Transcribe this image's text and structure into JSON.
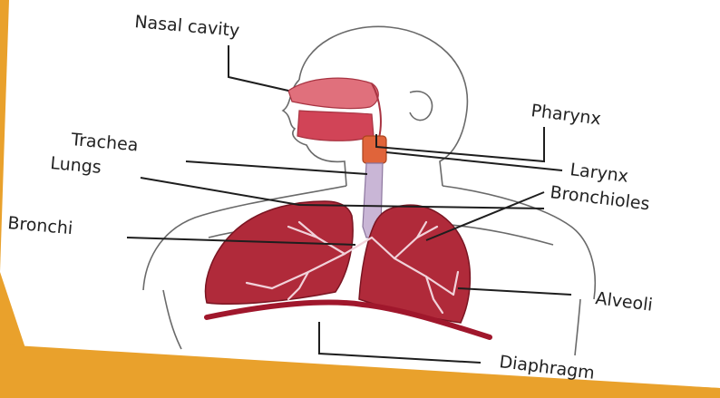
{
  "diagram": {
    "labels": {
      "nasal_cavity": "Nasal cavity",
      "pharynx": "Pharynx",
      "trachea": "Trachea",
      "larynx": "Larynx",
      "lungs": "Lungs",
      "bronchioles": "Bronchioles",
      "bronchi": "Bronchi",
      "alveoli": "Alveoli",
      "diaphragm": "Diaphragm"
    },
    "colors": {
      "frame": "#e9a12c",
      "panel": "#ffffff",
      "lung": "#b02a3a",
      "nasal": "#e0707c",
      "larynx": "#e0643a",
      "trachea": "#c9b6d6",
      "diaphragm": "#a0172c"
    }
  }
}
